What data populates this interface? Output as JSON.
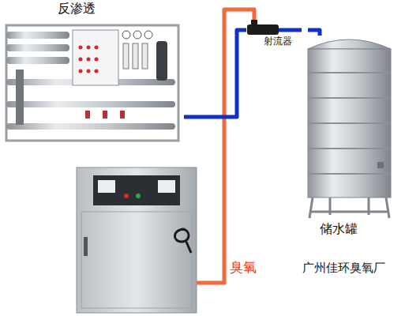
{
  "diagram": {
    "nodes": [
      {
        "text": [
          "反渗透"
        ]
      },
      {
        "text": [
          "射流器"
        ]
      },
      {
        "text": [
          "储水罐"
        ]
      }
    ],
    "edges": [
      {
        "from": 0,
        "to": 1,
        "arrow": "none"
      },
      {
        "from": 1,
        "to": 2,
        "arrow": "none"
      }
    ],
    "labels": [
      "臭氧",
      "广州佳环臭氧厂"
    ]
  }
}
